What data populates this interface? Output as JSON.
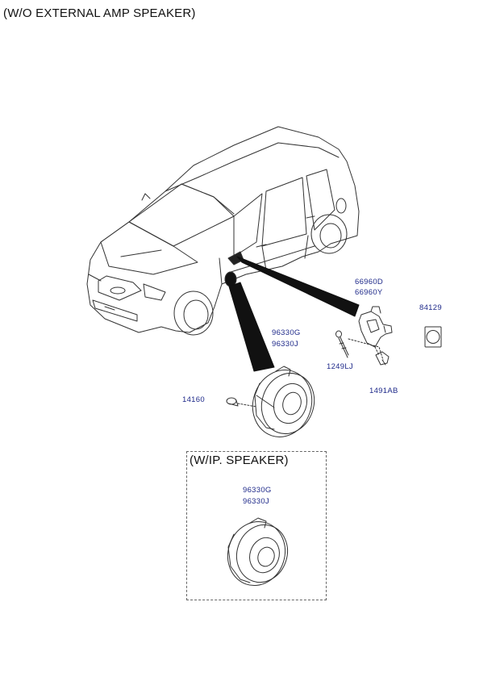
{
  "header": {
    "title": "(W/O EXTERNAL AMP SPEAKER)"
  },
  "inset": {
    "title": "(W/IP. SPEAKER)"
  },
  "parts": {
    "p66960D": "66960D",
    "p66960Y": "66960Y",
    "p84129": "84129",
    "p96330G": "96330G",
    "p96330J": "96330J",
    "p1249LJ": "1249LJ",
    "p14160": "14160",
    "p1491AB": "1491AB",
    "inset_96330G": "96330G",
    "inset_96330J": "96330J"
  },
  "colors": {
    "label": "#1f2a8a",
    "line": "#333333"
  }
}
